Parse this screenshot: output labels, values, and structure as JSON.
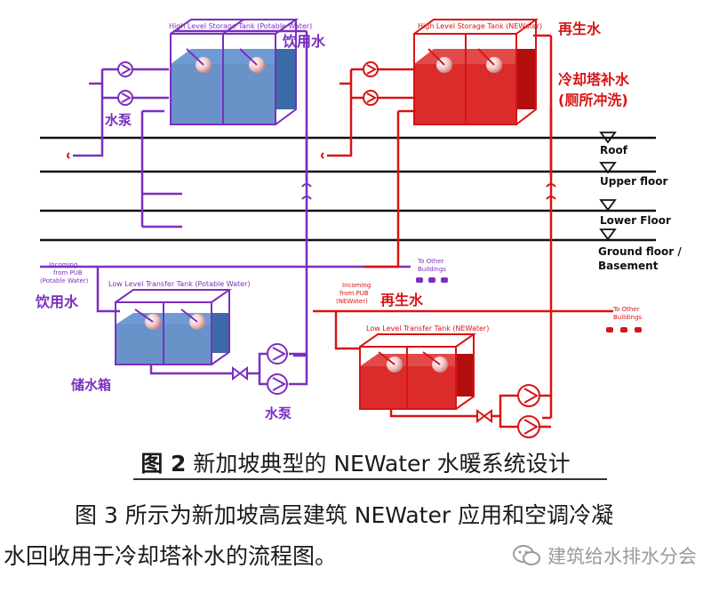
{
  "colors": {
    "potable": "#7b2fbf",
    "newater": "#d81414",
    "water": "#4f7fbf",
    "floor_line": "#111111"
  },
  "left_system": {
    "high_tank_label": "High Level Storage Tank (Potable Water)",
    "high_tank_cn": "饮用水",
    "pump_cn_top": "水泵",
    "incoming_label": [
      "Incoming",
      "from PUB",
      "(Potable Water)"
    ],
    "incoming_cn": "饮用水",
    "low_tank_label": "Low Level Transfer Tank (Potable Water)",
    "to_other": [
      "To Other",
      "Buildings"
    ],
    "storage_cn": "储水箱",
    "pump_cn_bottom": "水泵"
  },
  "right_system": {
    "high_tank_label": "High Level Storage Tank (NEWater)",
    "high_tank_cn": "再生水",
    "use_cn_1": "冷却塔补水",
    "use_cn_2": "(厕所冲洗)",
    "incoming_label": [
      "Incoming",
      "from PUB",
      "(NEWater)"
    ],
    "incoming_cn": "再生水",
    "low_tank_label": "Low Level Transfer Tank (NEWater)",
    "to_other": [
      "To Other",
      "Buildings"
    ]
  },
  "floors": [
    "Roof",
    "Upper floor",
    "Lower Floor",
    "Ground floor /",
    "Basement"
  ],
  "caption": {
    "fig_no": "图 2",
    "text": "新加坡典型的 NEWater 水暖系统设计"
  },
  "paragraph": {
    "line1": "图 3 所示为新加坡高层建筑 NEWater 应用和空调冷凝",
    "line2": "水回收用于冷却塔补水的流程图。"
  },
  "watermark": "建筑给水排水分会"
}
